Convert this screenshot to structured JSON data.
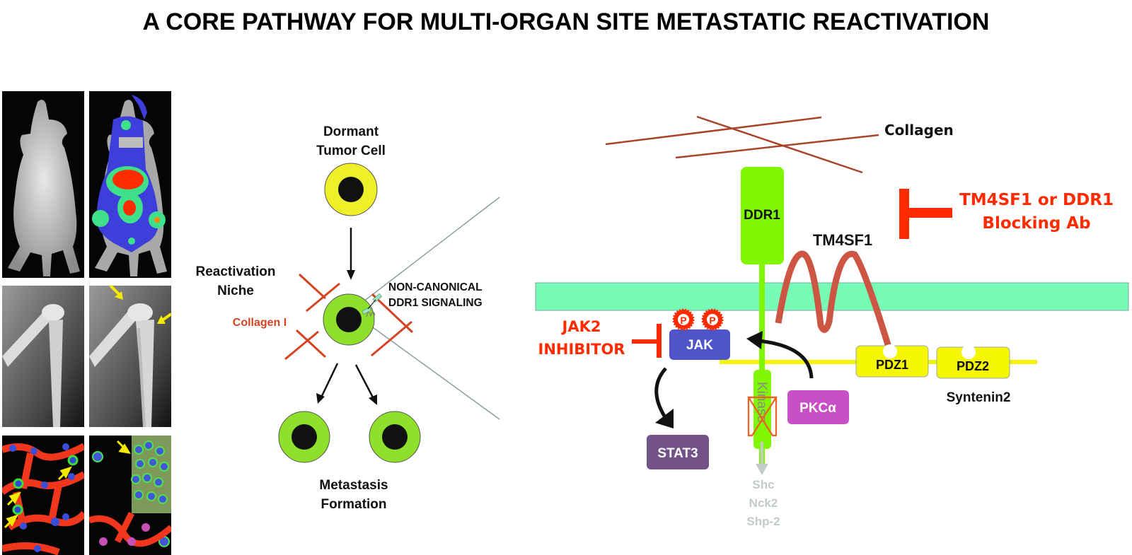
{
  "title": "A CORE PATHWAY FOR MULTI-ORGAN SITE METASTATIC REACTIVATION",
  "left_panels": {
    "row1": {
      "left": "Mouse (control) brightfield",
      "right": "Mouse bioluminescence imaging"
    },
    "row2": {
      "left": "Hind limb X-ray (control)",
      "right": "Hind limb X-ray with bone lesions"
    },
    "row3": {
      "left": "Lung immunofluorescence (single cells)",
      "right": "Lung immunofluorescence (metastasis)"
    }
  },
  "model": {
    "dormant_label_line1": "Dormant",
    "dormant_label_line2": "Tumor Cell",
    "niche_label_line1": "Reactivation",
    "niche_label_line2": "Niche",
    "collagen_label": "Collagen I",
    "signaling_label_line1": "NON-CANONICAL",
    "signaling_label_line2": "DDR1 SIGNALING",
    "metastasis_label_line1": "Metastasis",
    "metastasis_label_line2": "Formation"
  },
  "pathway": {
    "collagen_label": "Collagen",
    "ddr1_label": "DDR1",
    "tm4sf1_label": "TM4SF1",
    "blocking_label_line1": "TM4SF1 or DDR1",
    "blocking_label_line2": "Blocking Ab",
    "jak2_inhibitor_line1": "JAK2",
    "jak2_inhibitor_line2": "INHIBITOR",
    "jak_label": "JAK",
    "phospho_label": "P",
    "stat3_label": "STAT3",
    "pkc_label": "PKCα",
    "kinase_label": "Kinase",
    "pdz1_label": "PDZ1",
    "pdz2_label": "PDZ2",
    "syntenin_label": "Syntenin2",
    "downstream": [
      "Shc",
      "Nck2",
      "Shp-2"
    ]
  },
  "colors": {
    "inhibitor_red": "#ff2a00",
    "collagen_brown": "#a8442a",
    "membrane": "#77fcb6",
    "ddr1_green": "#80f700",
    "dormant_yellow": "#eef02a",
    "active_green": "#8fe02a",
    "jak_blue": "#4f55c8",
    "stat3_purple": "#735289",
    "pkc_magenta": "#c94fc7",
    "pdz_yellow": "#f5f700",
    "tm4sf1_red": "#cc5544",
    "downstream_grey": "#c2cbc6"
  }
}
